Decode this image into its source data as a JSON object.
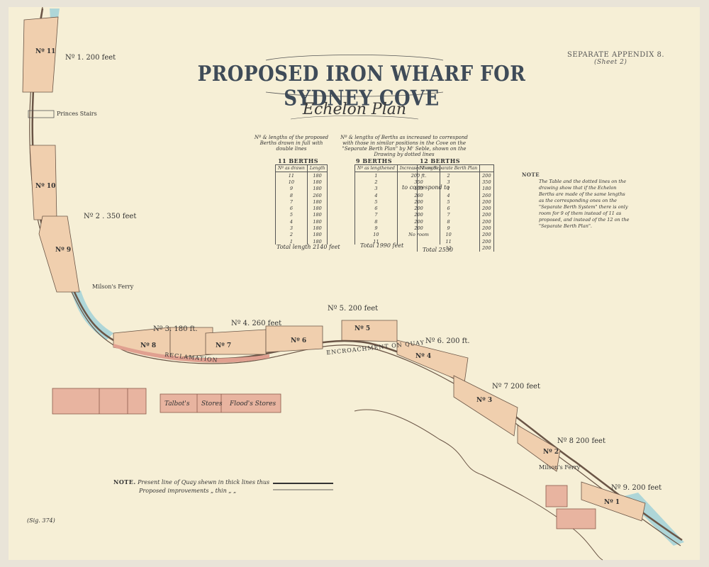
{
  "title": "PROPOSED IRON WHARF FOR SYDNEY COVE",
  "subtitle": "Echelon Plan",
  "appendix": {
    "line1": "SEPARATE APPENDIX 8.",
    "line2": "(Sheet 2)"
  },
  "descriptions": {
    "left": "Nº & lengths of the proposed Berths drawn in full with double lines",
    "right": "Nº & lengths of Berths as increased to correspond with those in similar positions in the Cove on the \"Separate Berth Plan\" by Mʳ Seble, shown on the Drawing by dotted lines"
  },
  "table11": {
    "title": "11 BERTHS",
    "headers": [
      "Nº as drawn",
      "Length"
    ],
    "rows": [
      [
        "11",
        "180"
      ],
      [
        "10",
        "180"
      ],
      [
        "9",
        "180"
      ],
      [
        "8",
        "260"
      ],
      [
        "7",
        "180"
      ],
      [
        "6",
        "180"
      ],
      [
        "5",
        "180"
      ],
      [
        "4",
        "180"
      ],
      [
        "3",
        "180"
      ],
      [
        "2",
        "180"
      ],
      [
        "1",
        "180"
      ]
    ],
    "total": "Total length 2140 feet"
  },
  "table9": {
    "title": "9 BERTHS",
    "headers": [
      "Nº as lengthened",
      "Increased Length"
    ],
    "rows": [
      [
        "1",
        "200 ft."
      ],
      [
        "2",
        "350"
      ],
      [
        "3",
        "180"
      ],
      [
        "4",
        "260"
      ],
      [
        "5",
        "200"
      ],
      [
        "6",
        "200"
      ],
      [
        "7",
        "200"
      ],
      [
        "8",
        "200"
      ],
      [
        "9",
        "200"
      ],
      [
        "10",
        "No room"
      ],
      [
        "11",
        ""
      ]
    ],
    "corresponds": "to correspond to",
    "total_label": "Total",
    "total": "1990 feet"
  },
  "table12": {
    "title": "12 BERTHS",
    "headers": [
      "Nº on Separate Berth Plan",
      ""
    ],
    "rows": [
      [
        "2",
        "200"
      ],
      [
        "3",
        "350"
      ],
      [
        "1",
        "180"
      ],
      [
        "4",
        "260"
      ],
      [
        "5",
        "200"
      ],
      [
        "6",
        "200"
      ],
      [
        "7",
        "200"
      ],
      [
        "8",
        "200"
      ],
      [
        "9",
        "200"
      ],
      [
        "10",
        "200"
      ],
      [
        "11",
        "200"
      ],
      [
        "12",
        "200"
      ]
    ],
    "total_label": "Total",
    "total": "2530"
  },
  "note_right": {
    "head": "NOTE",
    "body": "The Table and the dotted lines on the drawing show that if the Echelon Berths are made of the same lengths as the corresponding ones on the \"Separate Berth System\" there is only room for 9 of them instead of 11 as proposed, and instead of the 12 on the \"Separate Berth Plan\"."
  },
  "map_labels": {
    "no1": "Nº 1. 200 feet",
    "princes_stairs": "Princes Stairs",
    "no2": "Nº 2 . 350 feet",
    "milsons_ferry": "Milson's Ferry",
    "no3": "Nº 3. 180 ft.",
    "no4": "Nº 4. 260 feet",
    "no5": "Nº 5. 200 feet",
    "no6": "Nº 6. 200 ft.",
    "no7": "Nº 7  200 feet",
    "no8": "Nº 8  200 feet",
    "no9": "Nº 9. 200 feet",
    "encroachment": "ENCROACHMENT ON QUAY",
    "reclamation": "RECLAMATION",
    "talbots": "Talbot's",
    "stores": "Stores",
    "floods": "Flood's Stores",
    "milsons_ferry2": "Milson's Ferry"
  },
  "berth_numbers": [
    "Nº 11",
    "Nº 10",
    "Nº 9",
    "Nº 8",
    "Nº 7",
    "Nº 6",
    "Nº 5",
    "Nº 4",
    "Nº 3",
    "Nº 2",
    "Nº 1"
  ],
  "bottom_note": {
    "head": "NOTE.",
    "line1": "Present line of Quay shewn in thick lines  thus",
    "line2": "Proposed improvements  „    thin  „   „"
  },
  "sig": "(Sig. 374)",
  "colors": {
    "paper": "#f6efd6",
    "berth_fill": "#f0cfae",
    "store_fill": "#e8b4a0",
    "ink": "#5a4a3e",
    "water": "#aed6d8"
  }
}
